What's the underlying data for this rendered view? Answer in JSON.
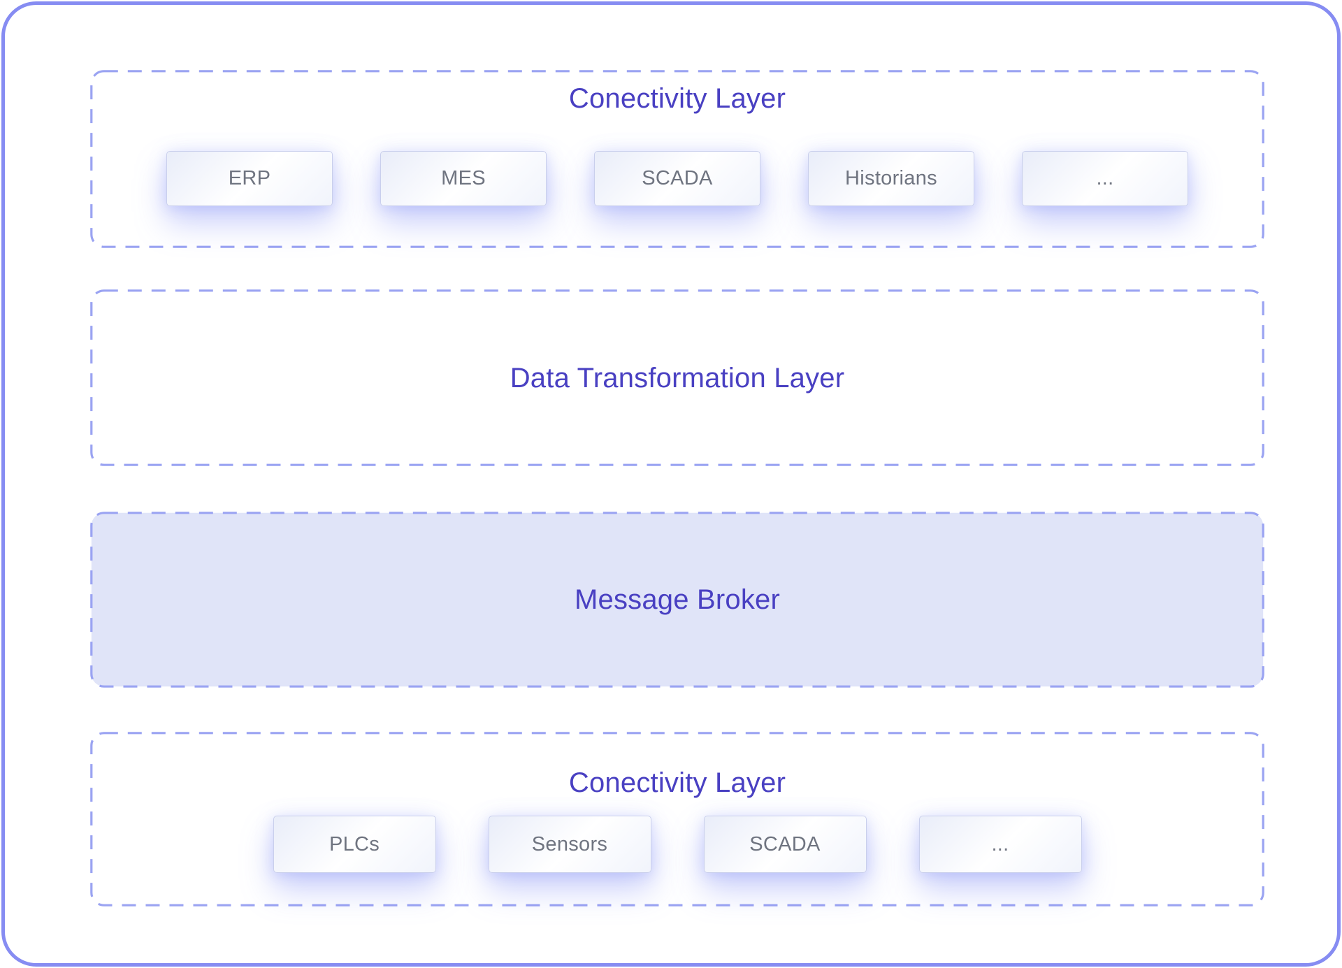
{
  "diagram": {
    "layers": [
      {
        "title": "Conectivity Layer",
        "nodes": [
          "ERP",
          "MES",
          "SCADA",
          "Historians",
          "..."
        ]
      },
      {
        "title": "Data Transformation Layer",
        "nodes": []
      },
      {
        "title": "Message Broker",
        "nodes": []
      },
      {
        "title": "Conectivity Layer",
        "nodes": [
          "PLCs",
          "Sensors",
          "SCADA",
          "..."
        ]
      }
    ],
    "colors": {
      "frame_border": "#868cf2",
      "dashed_border": "#9aa3f2",
      "title_text": "#4940c2",
      "node_text": "#6f7480",
      "node_border": "#c9cfec",
      "broker_fill": "#e0e4f8",
      "node_glow": "rgba(127,139,245,0.40)"
    }
  }
}
